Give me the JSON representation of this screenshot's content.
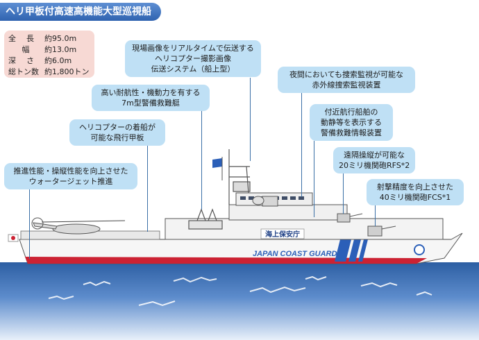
{
  "title": "ヘリ甲板付高速高機能大型巡視船",
  "specs": [
    {
      "label": "全　長",
      "value": "約95.0m"
    },
    {
      "label": "幅",
      "value": "約13.0m"
    },
    {
      "label": "深　さ",
      "value": "約6.0m"
    },
    {
      "label": "総トン数",
      "value": "約1,800トン"
    }
  ],
  "callouts": {
    "camera": [
      "現場画像をリアルタイムで伝送する",
      "ヘリコプター撮影画像",
      "伝送システム（船上型）"
    ],
    "lifeboat": [
      "高い耐航性・機動力を有する",
      "7m型警備救難艇"
    ],
    "helideck": [
      "ヘリコプターの着船が",
      "可能な飛行甲板"
    ],
    "waterjet": [
      "推進性能・操縦性能を向上させた",
      "ウォータージェット推進"
    ],
    "infrared": [
      "夜間においても捜索監視が可能な",
      "赤外線捜索監視装置"
    ],
    "info": [
      "付近航行船舶の",
      "動静等を表示する",
      "警備救難情報装置"
    ],
    "gun20": [
      "遠隔操縦が可能な",
      "20ミリ機関砲RFS*2"
    ],
    "gun40": [
      "射撃精度を向上させた",
      "40ミリ機関砲FCS*1"
    ]
  },
  "ship": {
    "bridge_label": "海上保安庁",
    "hull_text": "JAPAN COAST GUARD"
  },
  "colors": {
    "sea": "#2d5fa3",
    "callout": "#bfe0f5",
    "hull_stripe": "#cc2233",
    "band": "#2b5fb8"
  }
}
